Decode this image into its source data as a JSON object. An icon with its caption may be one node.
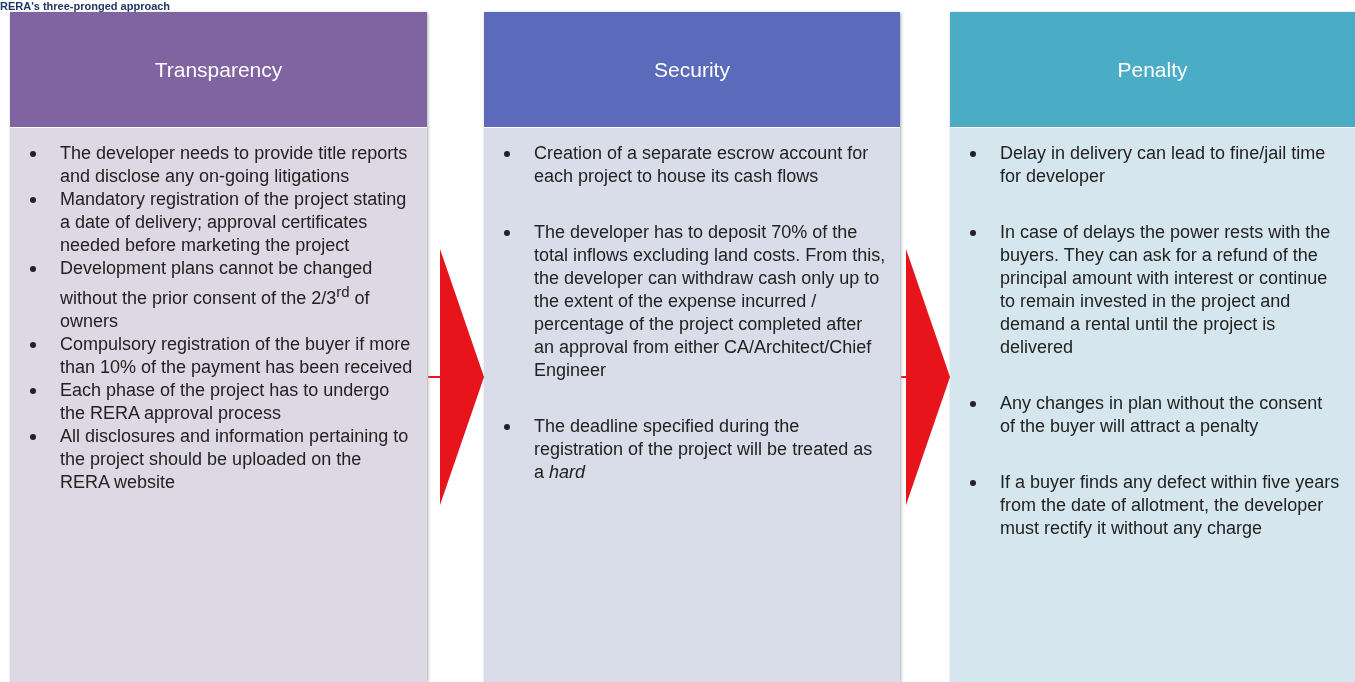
{
  "diagram": {
    "title": "RERA's three-pronged approach",
    "nodes": [
      {
        "text": [
          "Transparency",
          "The developer needs to provide title reports and disclose any on-going litigations",
          "Mandatory registration of the project  stating a date of delivery; approval certificates needed before marketing the project",
          "Development plans cannot be changed without the prior consent of the 2/3$^{rd}$ of owners",
          "Compulsory registration of the buyer if more than 10% of the payment has been received",
          "Each phase of the project has to undergo the RERA approval process",
          "All disclosures and information pertaining to the project should be uploaded on the RERA website"
        ]
      },
      {
        "text": [
          "Security",
          "Creation of a separate escrow account for each project to house its cash flows",
          "The developer has to deposit 70% of the total inflows excluding land costs. From this, the developer can withdraw cash only up to the extent of the expense incurred / percentage of the project completed after an approval from either CA/Architect/Chief Engineer",
          "The deadline specified during the registration of the project will be treated as a *hard*"
        ]
      },
      {
        "text": [
          "Penalty",
          "Delay in delivery can lead to fine/jail time for developer",
          "In case of delays the power rests with the buyers. They can ask for a refund of the principal amount with interest or continue to remain invested in the project and demand a rental until the project is delivered",
          "Any changes in plan without the consent of the buyer will attract a penalty",
          "If a buyer finds any defect within five years from the date of allotment, the developer must rectify it without any charge"
        ]
      }
    ],
    "edges": [
      {
        "from": 0,
        "to": 1,
        "arrow": "to"
      },
      {
        "from": 1,
        "to": 2,
        "arrow": "to"
      }
    ]
  }
}
